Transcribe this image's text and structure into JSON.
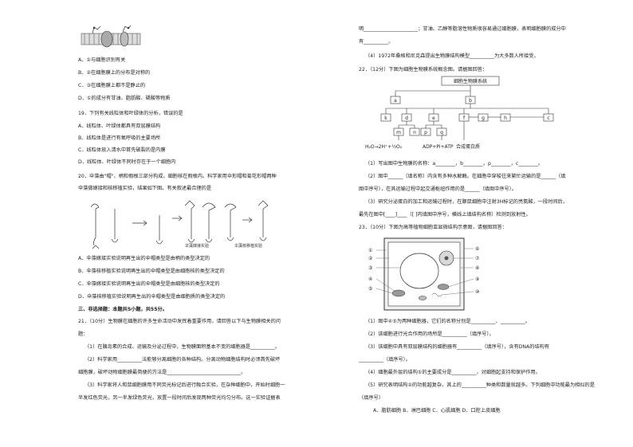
{
  "left": {
    "q18_options": [
      "A．①与细胞识别有关",
      "B．②在细胞膜上的分布是对称的",
      "C．③在细胞膜上都不是静止的",
      "D．①的成分有甘油、脂肪酸、磷酸等物质"
    ],
    "q19_stem": "19．下列有关线粒体和叶绿体的分析，错误的是",
    "q19_options": [
      "A．线粒体、叶绿体都具有双层膜结构",
      "B．线粒体是进行有氧呼吸的主要场所",
      "C．线粒体放入清水中首先破裂的是内膜",
      "D．线粒体、叶绿体不同时存在于一个细胞内"
    ],
    "q20_stem_1": "20．伞藻由\"帽\"、柄和假根三部分构成，细胞核在假根内。科学家用伞形帽和菊花形帽两种",
    "q20_stem_2": "伞藻做嫁接和核移植实验，结果如下图。有关叙述最合理的是",
    "fig_label_1": "伞藻嫁接实验",
    "fig_label_2": "伞藻核移植实验",
    "q20_options": [
      "A．伞藻嫁接实验说明再生出的伞帽类型是由柄的类型决定的",
      "B．伞藻核移植实验说明再生出的伞帽类型是由细胞核的类型决定的",
      "C．伞藻嫁接实验说明再生出的伞帽类型是由细胞核的类型决定的",
      "D．伞藻核移植实验说明再生出的伞帽类型是由细胞质的类型决定的"
    ],
    "section_title": "三、非选择题：本题共5小题，共55分。",
    "q21_lines": [
      "21．（10分）生物膜在细胞的许多生命活动中发挥着重要作用，请回答以下与生物膜相关的问",
      "题：",
      "（1）在胰岛素的合成、运输及分泌过程中，生物膜面积基本不变的细胞器是__________。",
      "（2）科学家用__________法能够分离细胞的各种结构。分离动物细胞结构时必须首先破坏",
      "细胞膜，破坏动物细胞膜最简便的方法是______________________________。",
      "（3）科学家将人和鼠细胞膜用不同荧光标记后进行融合实验，在杂种细胞中，开始时细胞一",
      "半发红色荧光，另一半发绿色荧光，放置一段时间后发现两种荧光均匀分布。这一实验证据表"
    ]
  },
  "right": {
    "q21_cont_1": "明______________________；甘油、乙醇等脂溶性物质很容易通过细胞膜，表明细胞膜的成分中",
    "q21_cont_2": "有__________。",
    "q21_cont_3": "（4）1972年桑格和尼克森提出生物膜结构模型__________为大多数人所接受。",
    "q22_stem": "22．（12分）下图为细胞生物膜系统概念图。请据图回答：",
    "concept_map": {
      "top": "细胞生物膜系统",
      "row1": [
        "a",
        "b"
      ],
      "row2": [
        "k",
        "d",
        "e",
        "f",
        "g",
        "h",
        "c"
      ],
      "row3": [
        "m",
        "n",
        "p",
        "q"
      ],
      "eq1": "H₂O→2H⁺+½O₂",
      "eq2": "ADP+Pi+ATP",
      "eq3": "合成蛋白质"
    },
    "q22_lines": [
      "（1）写出图中生物膜的名称：a________，b________，p________，c________。",
      "（2）图中______（填名称）内含有多种水解酶。在细胞中穿梭往来繁忙运输的是______（填",
      "图中序号），在其运输过程中起交通枢纽作用的是______（填图中序号）。",
      "（3）研究分泌蛋白的加工和运输过程时，在豚鼠细胞中注射3H标记的亮氨酸，一段时间后，",
      "最先在图中[____]____（[    ]内填图中序号，横线上填结构名称）检测到放射性。"
    ],
    "q23_stem": "23．（10分）下图为高等植物细胞亚显微结构示意图，请据图回答：",
    "cell_labels_left": [
      "①",
      "②",
      "③",
      "④",
      "⑤"
    ],
    "cell_labels_right": [
      "⑥",
      "⑦",
      "⑧",
      "⑨",
      "⑩"
    ],
    "q23_lines": [
      "（1）图中④⑤为两种细胞器，它们的名称分别是__________、__________。",
      "（2）该细胞进行光合作用的场所是__________（填序号）。",
      "（3）该细胞中具有双层膜结构的细胞器有__________（填序号），含有DNA的结构有",
      "__________（填序号）。",
      "（4）细胞最外层的结构①的主要成分是__________，对细胞起支持和保护作用。",
      "（5）研究表明结构②的功能越复杂，其上的__________种类和数量就越多。下列细胞中功能最为相似的是",
      "（填序号）",
      "A．脂肪细胞      B．淋巴细胞      C．心肌细胞      D．口腔上皮细胞"
    ]
  }
}
